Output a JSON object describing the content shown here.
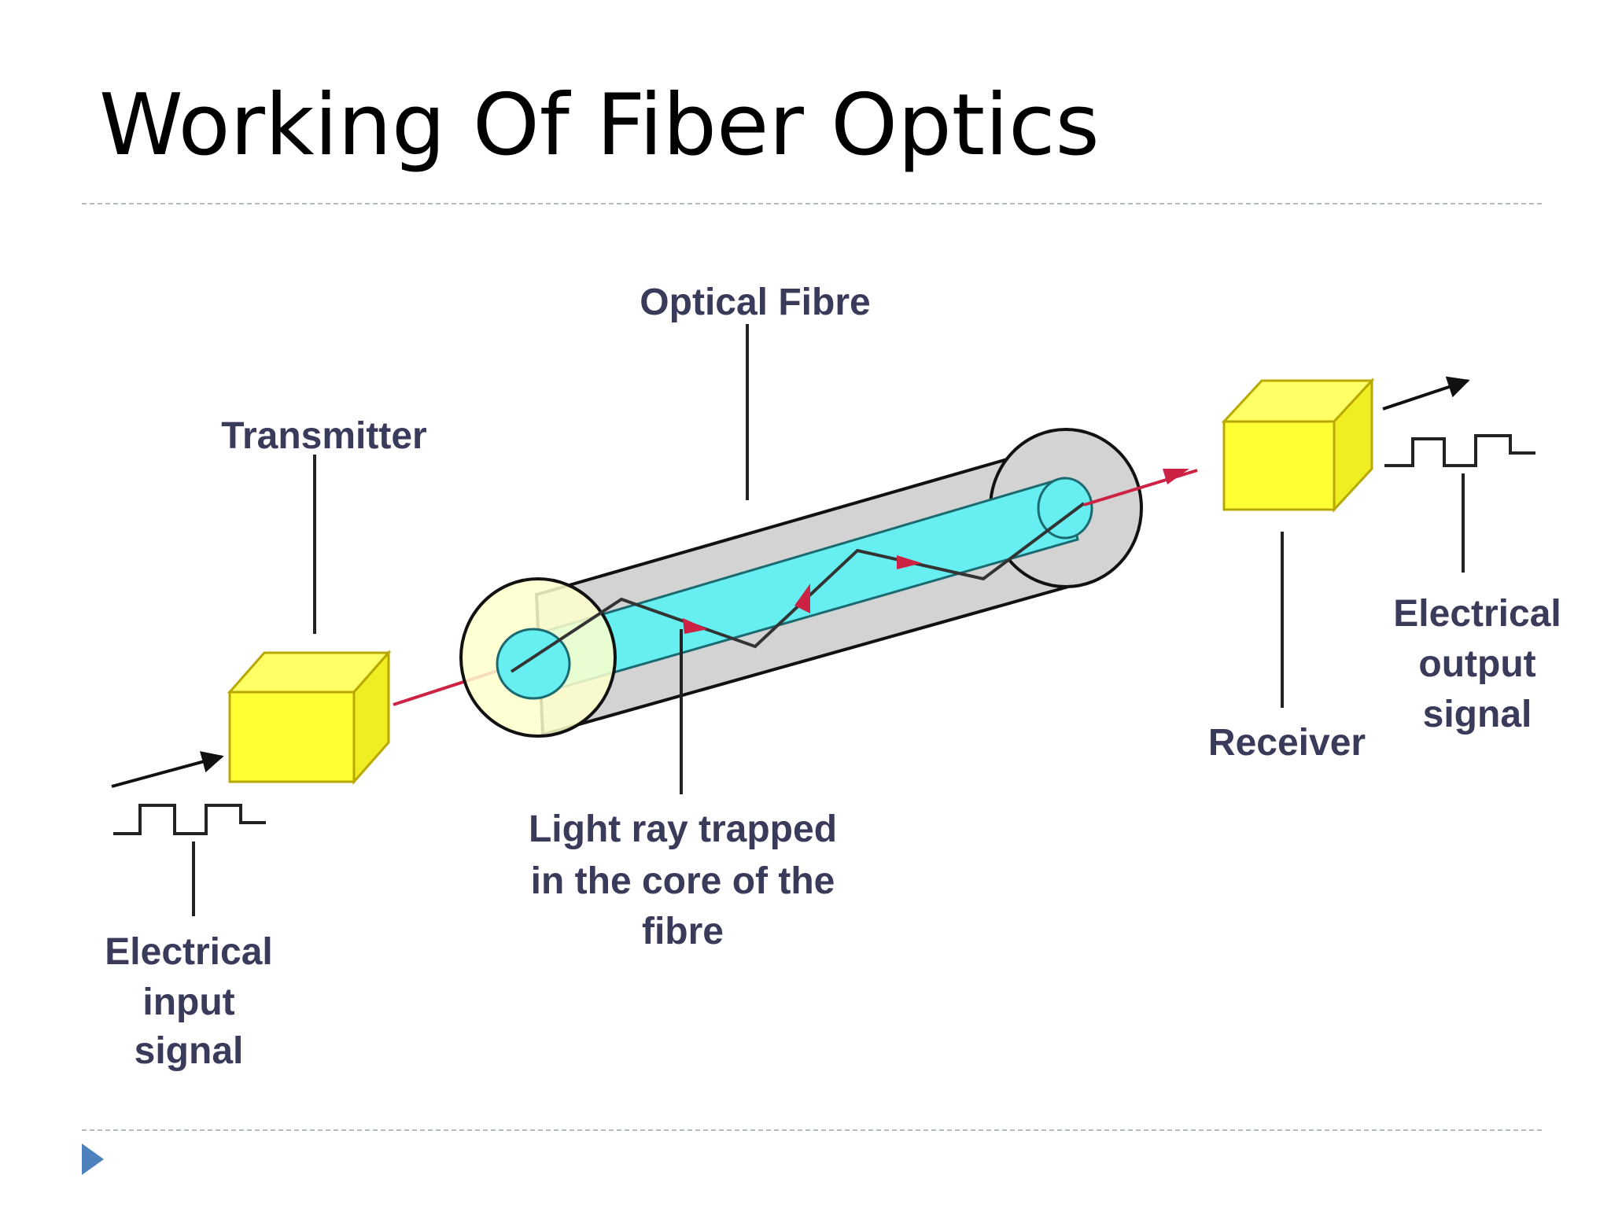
{
  "slide": {
    "title": "Working Of Fiber Optics"
  },
  "diagram": {
    "labels": {
      "optical_fibre": "Optical Fibre",
      "transmitter": "Transmitter",
      "receiver": "Receiver",
      "light_ray": [
        "Light ray trapped",
        "in the core of the",
        "fibre"
      ],
      "input_signal": [
        "Electrical",
        "input",
        "signal"
      ],
      "output_signal": [
        "Electrical",
        "output",
        "signal"
      ]
    },
    "colors": {
      "box_fill": "#ffff33",
      "box_edge": "#b8a800",
      "fibre_cladding": "#d3d3d3",
      "fibre_core": "#66eef0",
      "fibre_end": "#ffffcc",
      "light_ray": "#cc2244",
      "label_text": "#3a3a5a"
    }
  }
}
